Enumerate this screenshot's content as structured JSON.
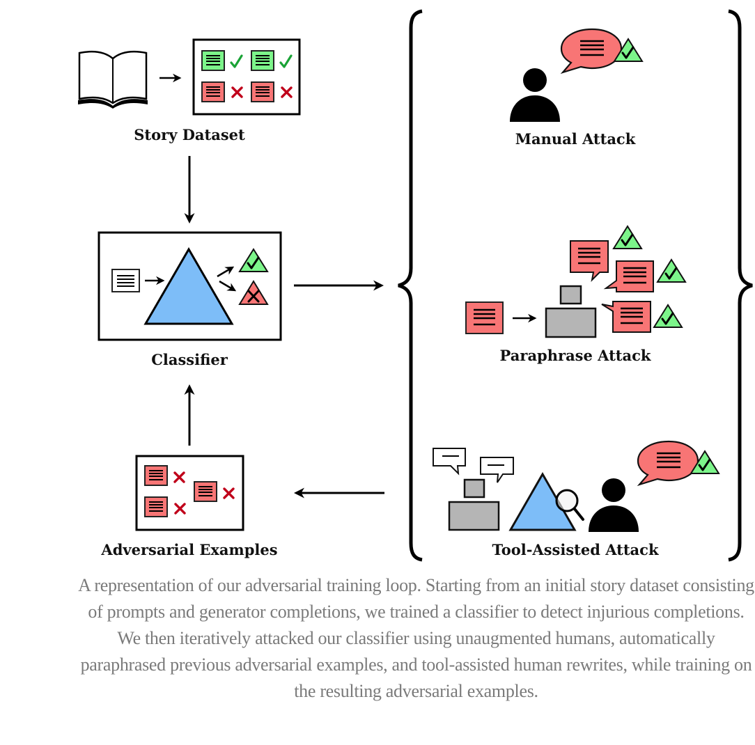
{
  "figure": {
    "labels": {
      "story_dataset": "Story Dataset",
      "classifier": "Classifier",
      "adversarial_examples": "Adversarial Examples",
      "manual_attack": "Manual Attack",
      "paraphrase_attack": "Paraphrase Attack",
      "tool_assisted_attack": "Tool-Assisted Attack"
    },
    "icons": {
      "book": "book-icon",
      "document": "document-icon",
      "check": "checkmark-icon",
      "cross": "cross-icon",
      "person": "person-icon",
      "speech_bubble": "speech-bubble-icon",
      "computer": "computer-icon",
      "magnifier": "magnifying-glass-icon",
      "classifier_triangle": "triangle-icon"
    },
    "colors": {
      "safe_green": "#7cf58a",
      "unsafe_red": "#f87575",
      "classifier_blue": "#7dbdf8",
      "computer_gray": "#b5b5b5",
      "check_green": "#1aa336",
      "cross_red": "#c0001a"
    }
  },
  "caption": "A representation of our adversarial training loop. Starting from an initial story dataset consisting of prompts and generator completions, we trained a classifier to detect injurious completions. We then iteratively attacked our classifier using unaugmented humans, automatically paraphrased previous adversarial examples, and tool-assisted human rewrites, while training on the resulting adversarial examples."
}
